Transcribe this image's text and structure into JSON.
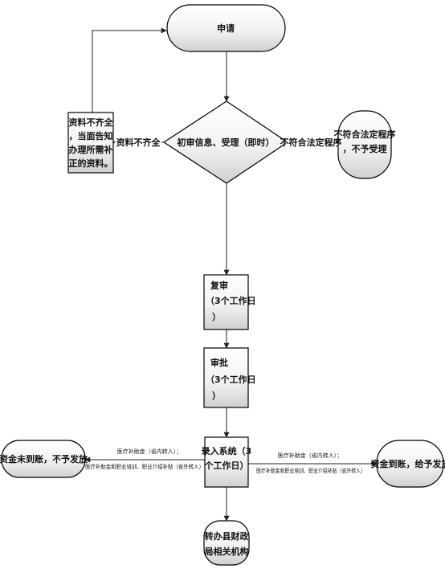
{
  "nodes": {
    "apply": "申请",
    "initial_review": "初审信息、受理（即时）",
    "incomplete_result": [
      "资料不齐全",
      "，当面告知",
      "办理所需补",
      "正的资料。"
    ],
    "not_accepted_result": [
      "不符合法定程序",
      "，不予受理"
    ],
    "re_review": [
      "复审",
      "（3个工作日",
      "）"
    ],
    "approval": [
      "审批",
      "（3个工作日",
      "）"
    ],
    "entry": [
      "录入系统（3",
      "个工作日）"
    ],
    "transfer": [
      "转办县财政",
      "局相关机构"
    ],
    "funds_not_arrived": "资金未到账，不予发放",
    "funds_arrived": "资金到账，给予发放"
  },
  "edges": {
    "incomplete": "资料不齐全",
    "not_legal": "不符合法定程序",
    "left_note": [
      "医疗补助金（省内转入）；",
      "医疗补助金和职业培训、职业介绍补贴（省外转入）"
    ],
    "right_note": [
      "医疗补助金（省内转入）；",
      "医疗补助金和职业培训、职业介绍补贴（省外转入）"
    ]
  }
}
